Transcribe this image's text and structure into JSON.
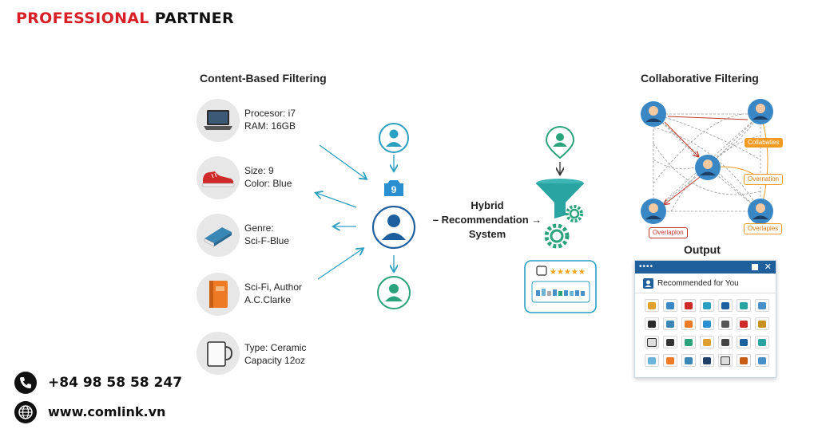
{
  "brand": {
    "part1": "PROFESSIONAL",
    "part2": "PARTNER"
  },
  "content_based": {
    "title": "Content-Based Filtering",
    "items": [
      {
        "icon": "laptop-icon",
        "line1": "Procesor: i7",
        "line2": "RAM: 16GB"
      },
      {
        "icon": "sneaker-icon",
        "line1": "Size: 9",
        "line2": "Color: Blue"
      },
      {
        "icon": "book-icon",
        "line1": "Genre:",
        "line2": "Sci-F-Blue"
      },
      {
        "icon": "notebook-icon",
        "line1": "Sci-Fi, Author",
        "line2": "A.C.Clarke"
      },
      {
        "icon": "mug-icon",
        "line1": "Type: Ceramic",
        "line2": "Capacity 12oz"
      }
    ]
  },
  "center": {
    "badge": "9"
  },
  "hybrid": {
    "line1": "Hybrid",
    "line2": "– Recommendation →",
    "line3": "System"
  },
  "collaborative": {
    "title": "Collaborative Filtering",
    "tags": [
      "Collabaties",
      "Overnation",
      "Overlaplon",
      "Overlaples"
    ]
  },
  "output": {
    "title": "Output",
    "window_dots": "••••",
    "close": "✕",
    "header": "Recommended for You"
  },
  "contact": {
    "phone": "+84 98 58 58 247",
    "website": "www.comlink.vn"
  },
  "colors": {
    "brand_red": "#d81f26",
    "teal": "#2a9fc0",
    "blue_user": "#1e5f9e",
    "green_user": "#2aa37c",
    "orange": "#f29a22"
  }
}
